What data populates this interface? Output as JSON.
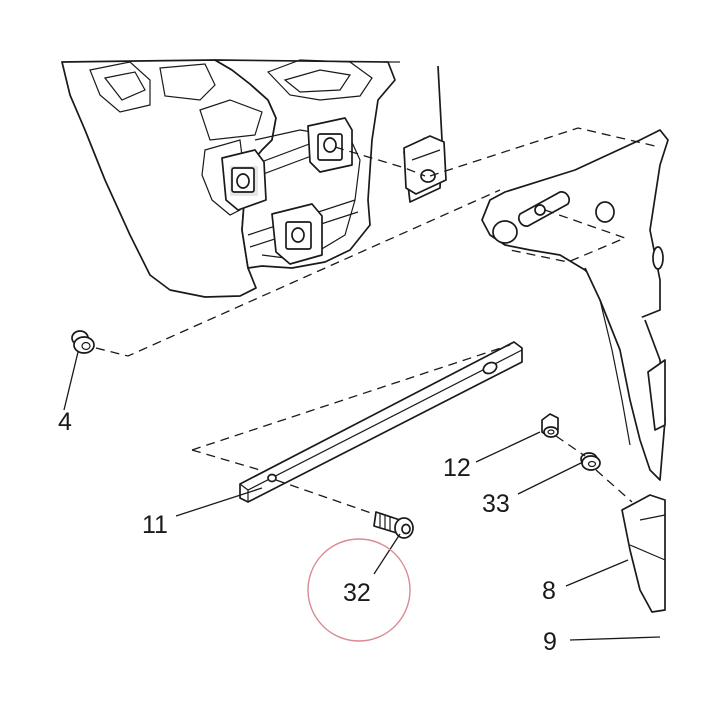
{
  "callouts": {
    "c4": "4",
    "c8": "8",
    "c9": "9",
    "c11": "11",
    "c12": "12",
    "c32": "32",
    "c33": "33"
  },
  "colors": {
    "line": "#1a1a1a",
    "highlight_circle": "#d98a94",
    "background": "#ffffff"
  }
}
